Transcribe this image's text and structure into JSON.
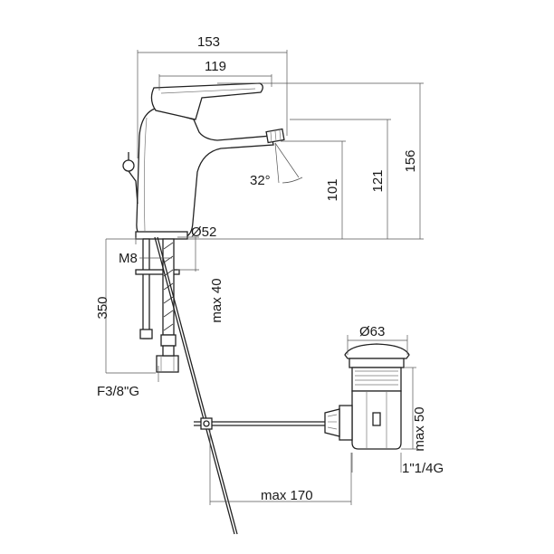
{
  "dimensions": {
    "total_width": "153",
    "handle_width": "119",
    "height_total": "156",
    "height_121": "121",
    "height_101": "101",
    "spout_angle": "32°",
    "body_diameter": "Ø52",
    "thread": "M8",
    "hose_length": "350",
    "max_40": "max 40",
    "hose_connector": "F3/8\"G",
    "waste_diameter": "Ø63",
    "max_50": "max 50",
    "waste_thread": "1\"1/4G",
    "max_170": "max 170"
  }
}
